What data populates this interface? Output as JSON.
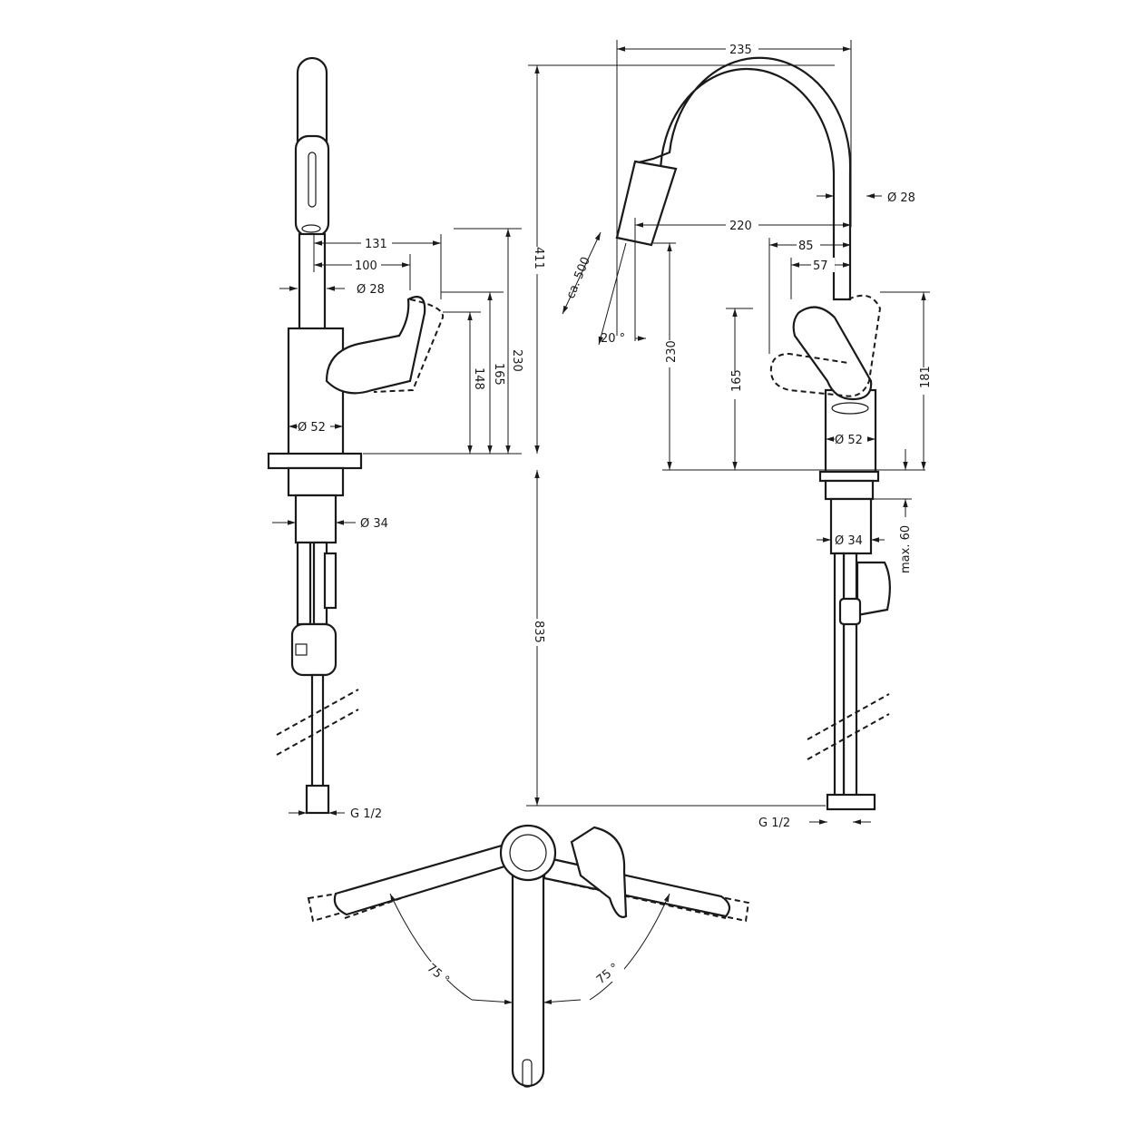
{
  "title": "Kitchen mixer dimension drawing",
  "colors": {
    "line": "#1a1a1a",
    "background": "#ffffff"
  },
  "side_view": {
    "dims": {
      "reach_131": "131",
      "reach_100": "100",
      "spout_dia": "Ø 28",
      "height_230": "230",
      "height_165": "165",
      "height_148": "148",
      "body_dia": "Ø 52",
      "shank_dia": "Ø 34",
      "connection": "G 1/2"
    }
  },
  "front_view": {
    "dims": {
      "width_235": "235",
      "spout_dia": "Ø 28",
      "reach_220": "220",
      "reach_85": "85",
      "reach_57": "57",
      "height_411": "411",
      "pullout": "ca. 500",
      "angle": "20 °",
      "height_230": "230",
      "height_165": "165",
      "height_181": "181",
      "body_dia": "Ø 52",
      "shank_dia": "Ø 34",
      "max_thickness": "max. 60",
      "length_835": "835",
      "connection": "G 1/2"
    }
  },
  "top_view": {
    "dims": {
      "angle_left": "75 °",
      "angle_right": "75 °"
    }
  }
}
